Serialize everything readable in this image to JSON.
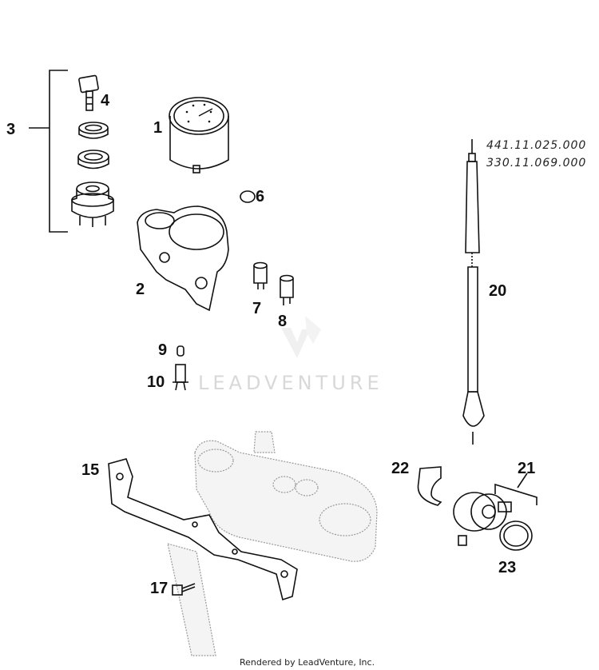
{
  "callouts": [
    {
      "id": "1",
      "label": "1"
    },
    {
      "id": "2",
      "label": "2"
    },
    {
      "id": "3",
      "label": "3"
    },
    {
      "id": "4",
      "label": "4"
    },
    {
      "id": "6",
      "label": "6"
    },
    {
      "id": "7",
      "label": "7"
    },
    {
      "id": "8",
      "label": "8"
    },
    {
      "id": "9",
      "label": "9"
    },
    {
      "id": "10",
      "label": "10"
    },
    {
      "id": "15",
      "label": "15"
    },
    {
      "id": "17",
      "label": "17"
    },
    {
      "id": "20",
      "label": "20"
    },
    {
      "id": "21",
      "label": "21"
    },
    {
      "id": "22",
      "label": "22"
    },
    {
      "id": "23",
      "label": "23"
    }
  ],
  "handwritten_part_numbers": [
    "441.11.025.000",
    "330.11.069.000"
  ],
  "watermark": {
    "brand": "LEADVENTURE",
    "color": "#d8d8d8"
  },
  "footer": {
    "credit": "Rendered by LeadVenture, Inc."
  }
}
